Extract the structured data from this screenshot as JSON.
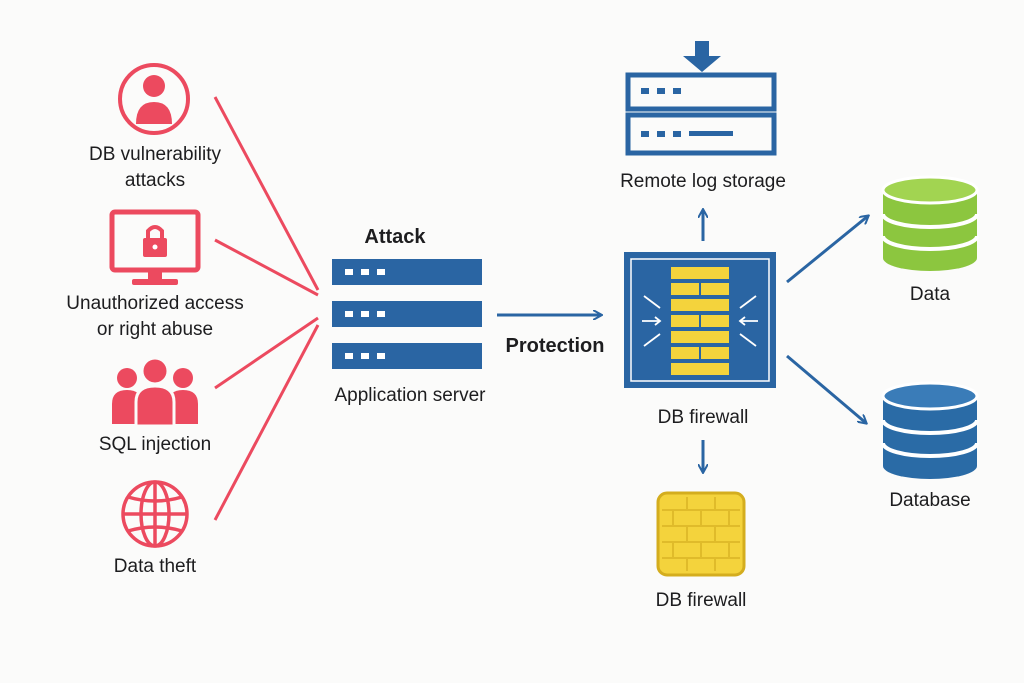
{
  "threats": [
    {
      "label": "DB vulnerability\nattacks",
      "icon": "user-icon"
    },
    {
      "label": "Unauthorized access\nor right abuse",
      "icon": "monitor-lock-icon"
    },
    {
      "label": "SQL injection",
      "icon": "group-icon"
    },
    {
      "label": "Data theft",
      "icon": "globe-icon"
    }
  ],
  "attack_label": "Attack",
  "app_server": {
    "label": "Application server",
    "icon": "server-icon"
  },
  "protection_label": "Protection",
  "log_storage": {
    "label": "Remote log storage",
    "icon": "server-storage-icon"
  },
  "db_firewall": {
    "label": "DB firewall",
    "icon": "firewall-icon"
  },
  "db_firewall_secondary": {
    "label": "DB firewall",
    "icon": "firewall-chip-icon"
  },
  "data_store": {
    "label": "Data",
    "icon": "database-green-icon"
  },
  "database": {
    "label": "Database",
    "icon": "database-blue-icon"
  },
  "colors": {
    "threat": "#ec4a5f",
    "blue": "#2a65a3",
    "yellow": "#f4d33c",
    "green": "#8cc63f",
    "db_blue": "#2a6ba6"
  }
}
